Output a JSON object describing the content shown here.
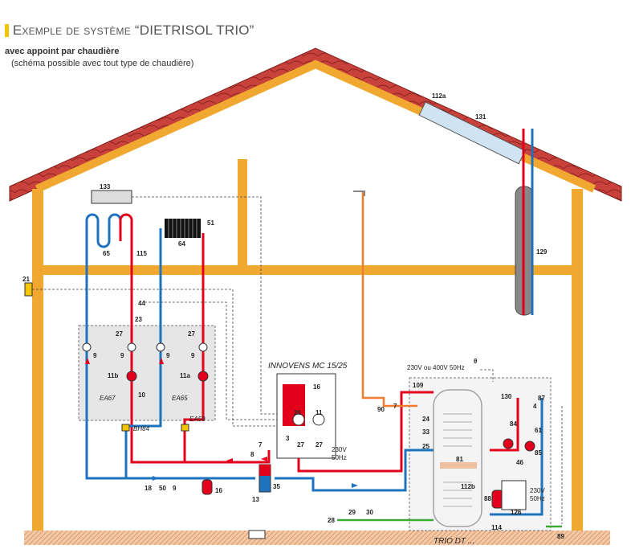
{
  "title": {
    "prefix": "Exemple de système",
    "name": "“DIETRISOL TRIO”"
  },
  "subtitle": "avec appoint par chaudière",
  "subnote": "(schéma possible avec tout type de chaudière)",
  "labels": {
    "boiler_model": "INNOVENS MC 15/25",
    "tank_model": "TRIO DT ...",
    "power_supply_top": "230V ou 400V 50Hz",
    "theta": "θ",
    "boiler_power": [
      "230V",
      "50Hz"
    ],
    "regulator_power": [
      "230V",
      "50Hz"
    ],
    "ea67": "EA67",
    "ea65": "EA65",
    "ea59": "EA59",
    "bh84": "BH84"
  },
  "markers": {
    "m112a": "112a",
    "m131": "131",
    "m133": "133",
    "m64": "64",
    "m51": "51",
    "m65": "65",
    "m115": "115",
    "m129": "129",
    "m21": "21",
    "m44": "44",
    "m23": "23",
    "m27a": "27",
    "m27b": "27",
    "m9a": "9",
    "m9b": "9",
    "m9c": "9",
    "m9d": "9",
    "m11b": "11b",
    "m11a": "11a",
    "m10": "10",
    "m16a": "16",
    "m26": "26",
    "m11": "11",
    "m3": "3",
    "m27c": "27",
    "m27d": "27",
    "m7a": "7",
    "m8": "8",
    "m35": "35",
    "m13": "13",
    "m18": "18",
    "m50": "50",
    "m9e": "9",
    "m16b": "16",
    "m90": "90",
    "m7b": "7",
    "m109": "109",
    "m24": "24",
    "m33": "33",
    "m25": "25",
    "m81": "81",
    "m112b": "112b",
    "m88": "88",
    "m130": "130",
    "m87": "87",
    "m4": "4",
    "m84": "84",
    "m61": "61",
    "m85": "85",
    "m46": "46",
    "m126": "126",
    "m114": "114",
    "m89": "89",
    "m28": "28",
    "m29": "29",
    "m30": "30"
  },
  "colors": {
    "hot": "#e3001b",
    "cold": "#1e73be",
    "dhw": "#f07d2e",
    "cold_water": "#3aaa35",
    "wall": "#f0a830",
    "roof": "#c9413b",
    "title_bar": "#f2c500"
  }
}
